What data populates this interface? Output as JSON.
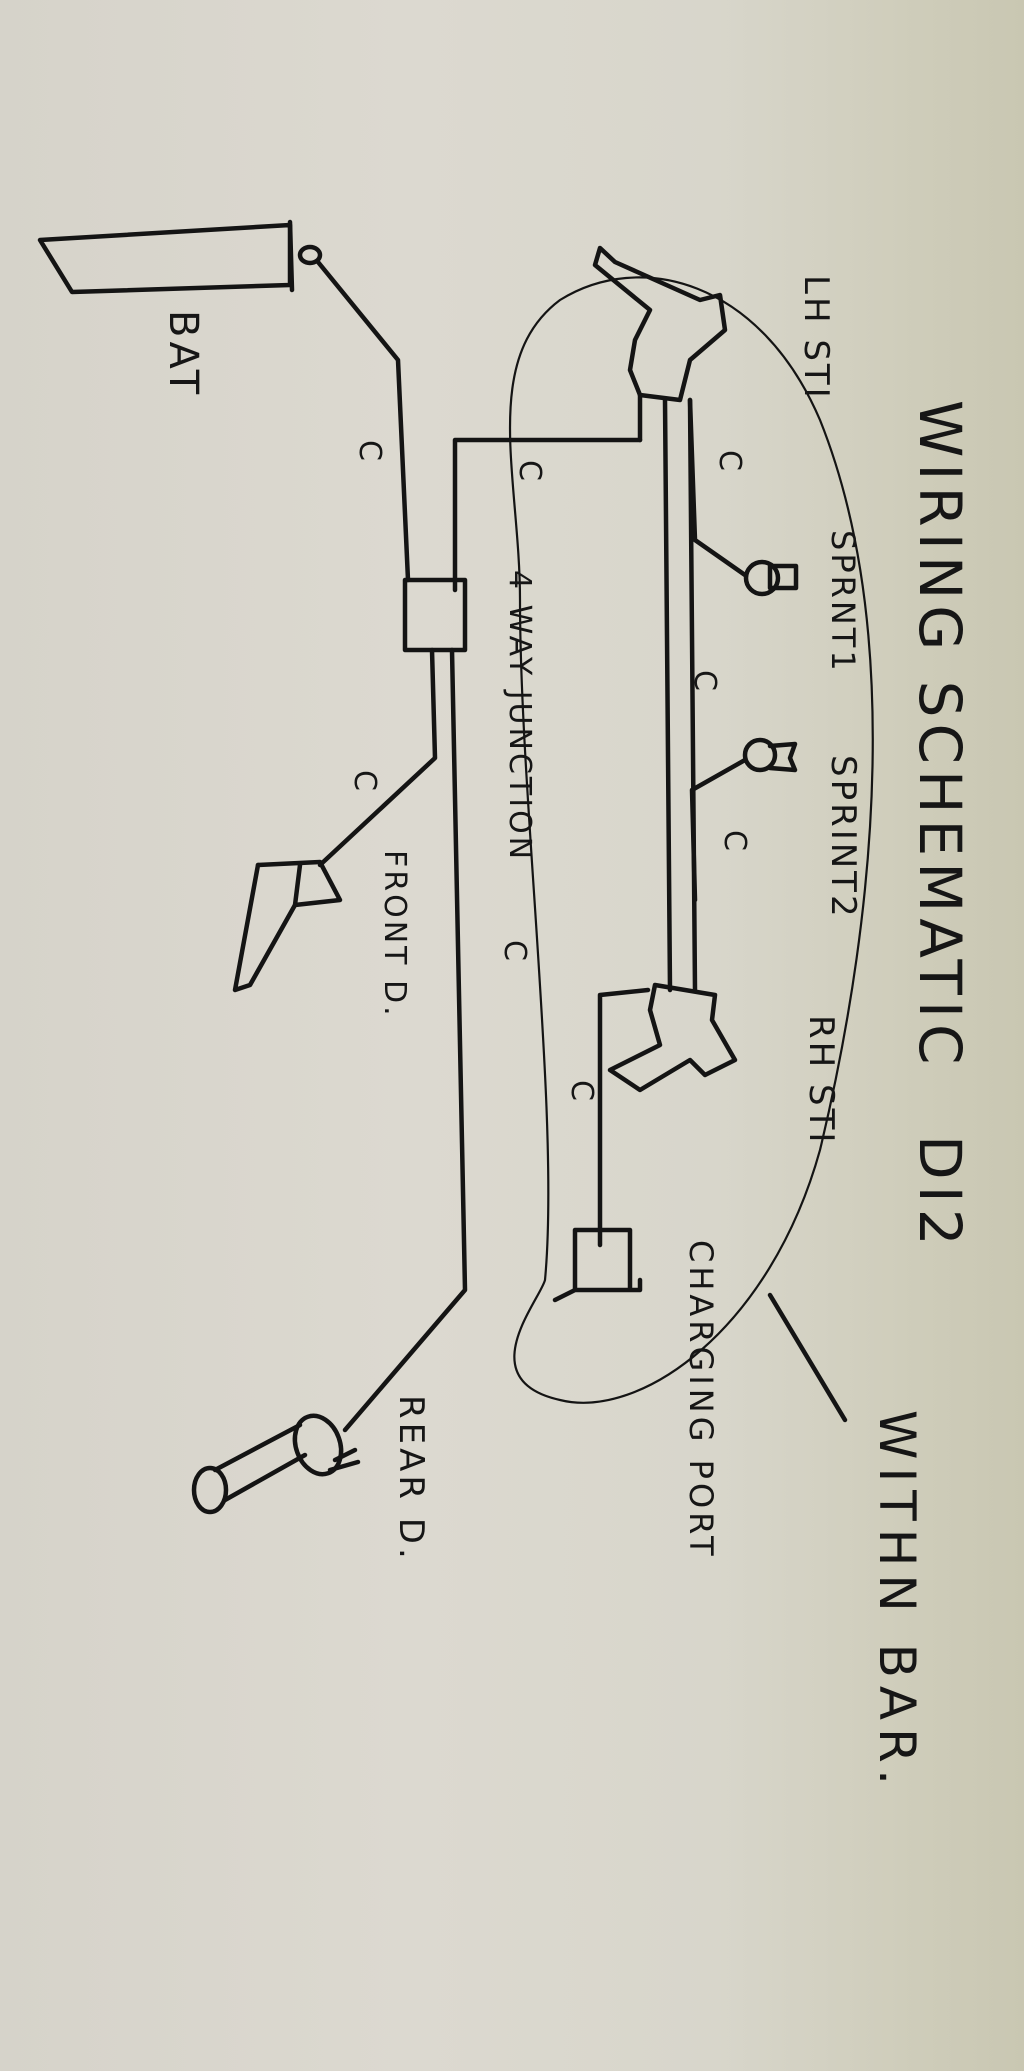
{
  "diagram": {
    "title": "WIRING SCHEMATIC",
    "model": "DI2",
    "subtitle": "WITHN BAR.",
    "orientation": "rotated 90° clockwise (text reads top-to-bottom)",
    "medium": "hand-drawn ink on paper",
    "ink_color": "#141414",
    "paper_color": "#d9d6cc"
  },
  "labels": {
    "lh_sti": "LH STI",
    "sprint1": "SPRNT1",
    "sprint2": "SPRINT2",
    "rh_sti": "RH STI",
    "charging_port": "CHARGING PORT",
    "junction": "4 WAY JUNCTION",
    "battery": "BAT",
    "front_derailleur": "FRONT D.",
    "rear_derailleur": "REAR D.",
    "cable_marker": "C"
  },
  "components": [
    {
      "id": "lh_sti",
      "label": "LH STI",
      "type": "shifter"
    },
    {
      "id": "sprint1",
      "label": "SPRNT1",
      "type": "satellite switch"
    },
    {
      "id": "sprint2",
      "label": "SPRINT2",
      "type": "satellite switch"
    },
    {
      "id": "rh_sti",
      "label": "RH STI",
      "type": "shifter"
    },
    {
      "id": "charging_port",
      "label": "CHARGING PORT",
      "type": "port"
    },
    {
      "id": "junction",
      "label": "4 WAY JUNCTION",
      "type": "junction box"
    },
    {
      "id": "battery",
      "label": "BAT",
      "type": "battery"
    },
    {
      "id": "front_d",
      "label": "FRONT D.",
      "type": "derailleur"
    },
    {
      "id": "rear_d",
      "label": "REAR D.",
      "type": "derailleur"
    }
  ],
  "connections": [
    {
      "from": "lh_sti",
      "to": "sprint1",
      "cable": "C"
    },
    {
      "from": "lh_sti",
      "to": "rh_sti",
      "cable": "C"
    },
    {
      "from": "rh_sti",
      "to": "sprint2",
      "cable": "C"
    },
    {
      "from": "rh_sti",
      "to": "charging_port",
      "cable": "C"
    },
    {
      "from": "lh_sti",
      "to": "junction",
      "cable": "C"
    },
    {
      "from": "battery",
      "to": "junction",
      "cable": "C"
    },
    {
      "from": "junction",
      "to": "front_d",
      "cable": "C"
    },
    {
      "from": "junction",
      "to": "rear_d",
      "cable": "C"
    }
  ],
  "annotations": {
    "bar_outline": "oval encloses handlebar components (within bar)"
  }
}
